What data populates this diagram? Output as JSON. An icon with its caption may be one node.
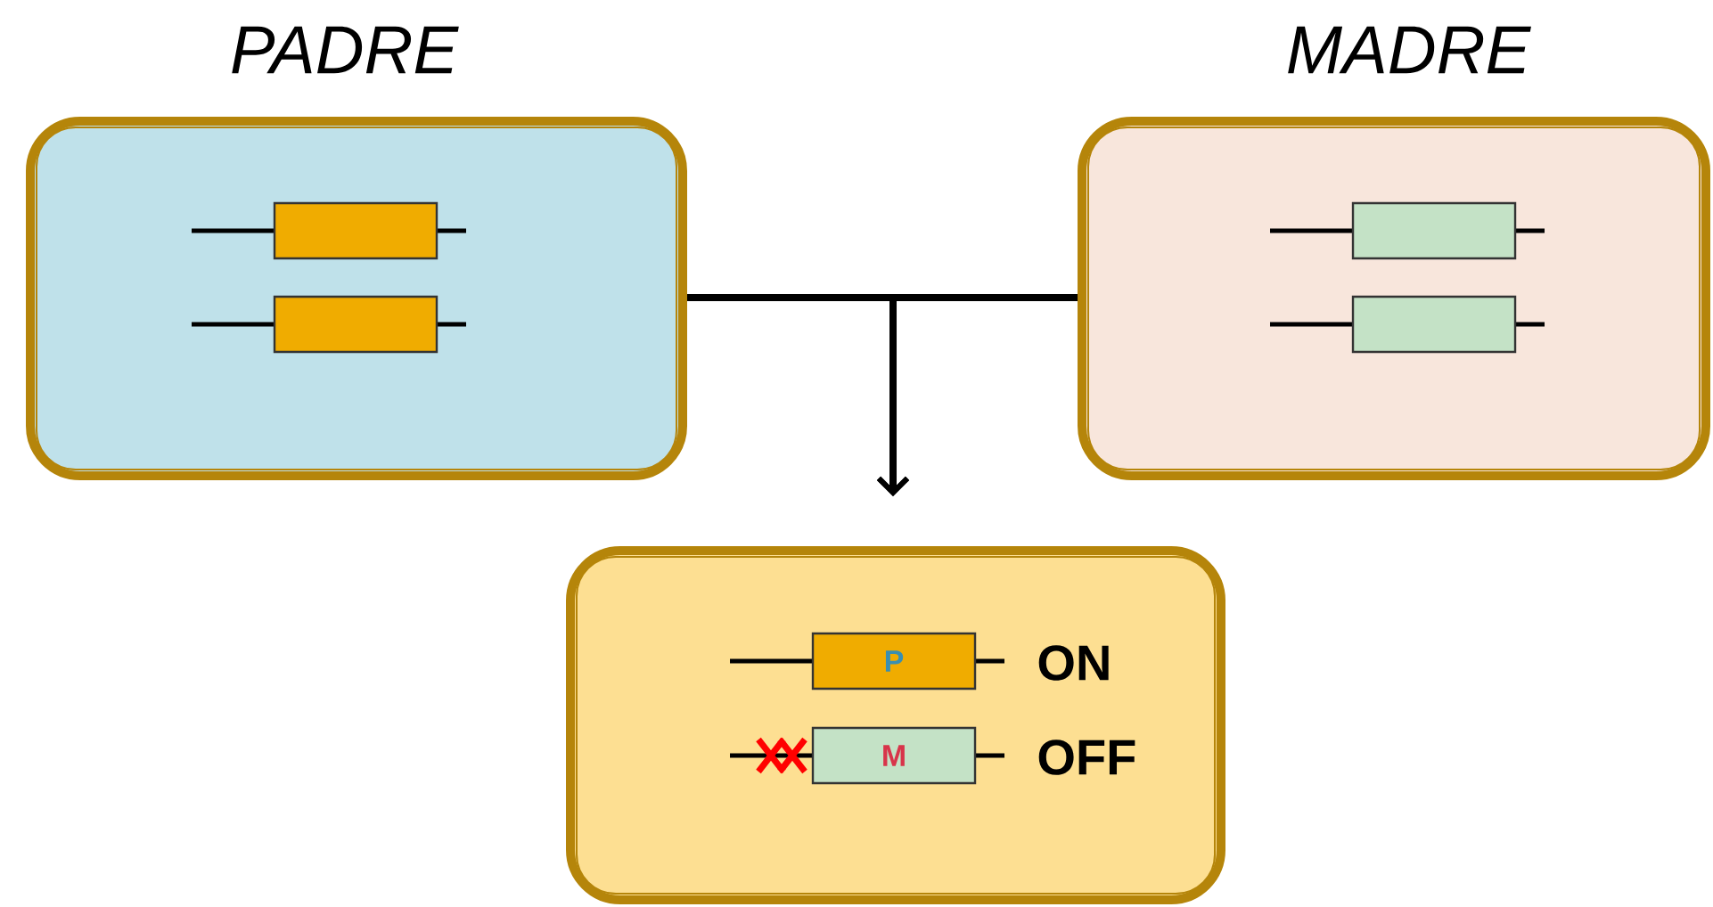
{
  "diagram": {
    "nodes": [
      {
        "text": [
          "PADRE"
        ]
      },
      {
        "text": [],
        "shape": "bar",
        "in": 0
      },
      {
        "text": [],
        "shape": "bar",
        "in": 0
      },
      {
        "text": [
          "MADRE"
        ]
      },
      {
        "text": [],
        "shape": "bar",
        "in": 3
      },
      {
        "text": [],
        "shape": "bar",
        "in": 3
      },
      {
        "text": [],
        "shape": "box"
      },
      {
        "text": [
          "P"
        ],
        "in": 6,
        "beside": [
          "ON"
        ]
      },
      {
        "text": [
          "M"
        ],
        "in": 6,
        "beside": [
          "OFF"
        ]
      }
    ],
    "edges": [
      {
        "from": 0,
        "to": 6,
        "arrow": "to"
      },
      {
        "from": 3,
        "to": 6,
        "arrow": "to"
      }
    ]
  }
}
